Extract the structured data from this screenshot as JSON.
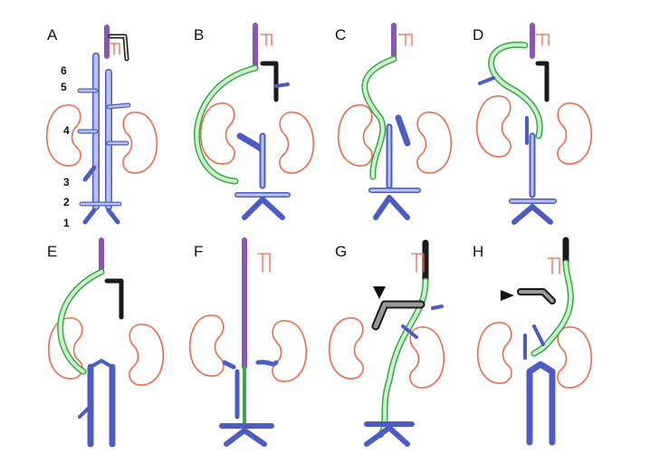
{
  "figure": {
    "panels": [
      {
        "id": "A",
        "label": "A"
      },
      {
        "id": "B",
        "label": "B"
      },
      {
        "id": "C",
        "label": "C"
      },
      {
        "id": "D",
        "label": "D"
      },
      {
        "id": "E",
        "label": "E"
      },
      {
        "id": "F",
        "label": "F"
      },
      {
        "id": "G",
        "label": "G"
      },
      {
        "id": "H",
        "label": "H"
      }
    ],
    "vessel_labels": [
      "6",
      "5",
      "4",
      "3",
      "2",
      "1"
    ],
    "colors": {
      "vein_fill": "#b9c2ee",
      "vein_stroke": "#4c5cc4",
      "green_fill": "#ccf0cc",
      "green_stroke": "#3aa845",
      "purple_fill": "#ddc4ec",
      "purple_stroke": "#8a55b6",
      "kidney": "#ee6a4c",
      "dark_stroke": "#1a1a1a",
      "dark_fill": "#9a9a9a"
    }
  }
}
